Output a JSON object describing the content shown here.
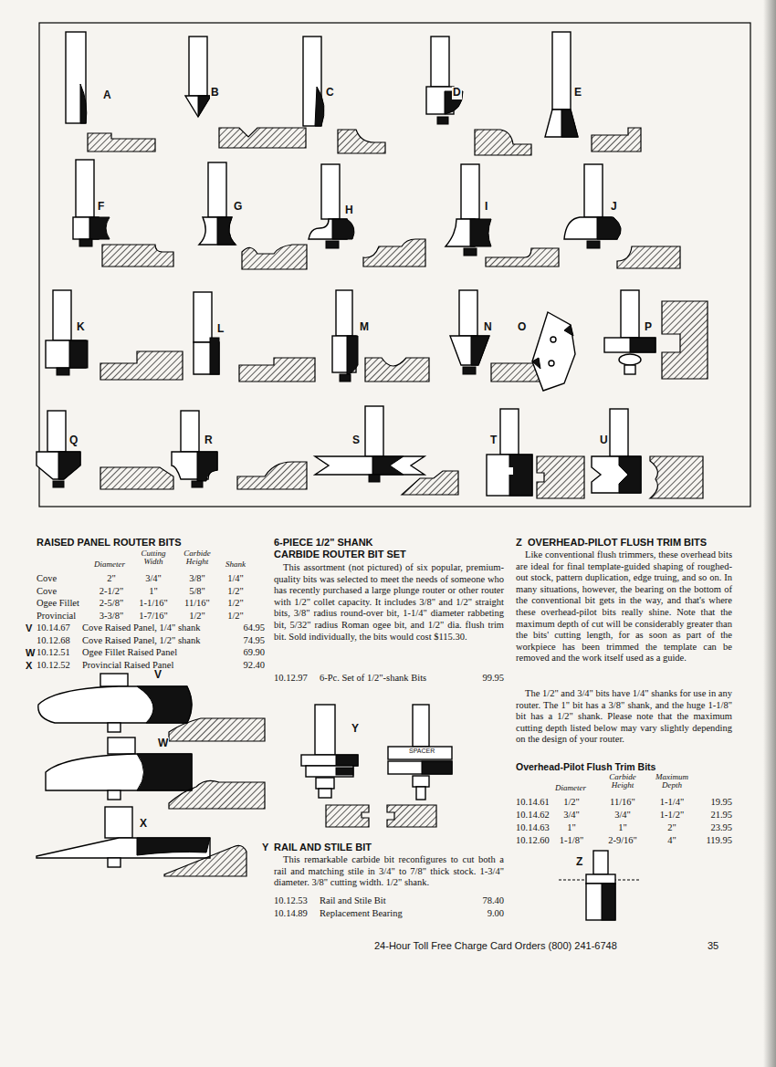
{
  "diagram": {
    "labels": [
      "A",
      "B",
      "C",
      "D",
      "E",
      "F",
      "G",
      "H",
      "I",
      "J",
      "K",
      "L",
      "M",
      "N",
      "O",
      "P",
      "Q",
      "R",
      "S",
      "T",
      "U",
      "RAISED PANEL ROUTER BITS",
      "Cutting Width",
      "Carbide Height",
      "Diameter",
      "Shank",
      "Cove",
      "2\"",
      "3/4\"",
      "3/8\"",
      "1/4\"",
      "Cove",
      "2-1/2\"",
      "1\"",
      "5/8\"",
      "1/2\"",
      "Ogee Fillet",
      "2-5/8\"",
      "1-1/16\"",
      "11/16\"",
      "1/2\"",
      "Provincial",
      "3-3/8\"",
      "1-7/16\"",
      "1/2\"",
      "1/2\"",
      "V",
      "10.14.67",
      "Cove Raised Panel, 1/4\" shank",
      "64.95",
      "10.12.68",
      "Cove Raised Panel, 1/2\" shank",
      "74.95",
      "W",
      "10.12.51",
      "Ogee Fillet Raised Panel",
      "69.90",
      "X",
      "10.12.52",
      "Provincial Raised Panel",
      "92.40",
      "V",
      "W",
      "X",
      "6-PIECE 1/2\" SHANK CARBIDE ROUTER BIT SET",
      "This assortment (not pictured) of six popular, premium-quality bits was selected to meet the needs of someone who has recently purchased a large plunge router or other router with 1/2\" collet capacity. It includes 3/8\" and 1/2\" straight bits, 3/8\" radius round-over bit, 1-1/4\" diameter rabbeting bit, 5/32\" radius Roman ogee bit, and 1/2\" dia. flush trim bit. Sold individually, the bits would cost $115.30.",
      "10.12.97",
      "6-Pc. Set of 1/2\"-shank Bits",
      "99.95",
      "Y",
      "SPACER",
      "Y",
      "RAIL AND STILE BIT",
      "This remarkable carbide bit reconfigures to cut both a rail and matching stile in 3/4\" to 7/8\" thick stock. 1-3/4\" diameter. 3/8\" cutting width. 1/2\" shank.",
      "10.12.53",
      "Rail and Stile Bit",
      "78.40",
      "10.14.89",
      "Replacement Bearing",
      "9.00",
      "Z",
      "OVERHEAD-PILOT FLUSH TRIM BITS",
      "Like conventional flush trimmers, these overhead bits are ideal for final template-guided shaping of roughed-out stock, pattern duplication, edge truing, and so on. In many situations, however, the bearing on the bottom of the conventional bit gets in the way, and that's where these overhead-pilot bits really shine. Note that the maximum depth of cut will be considerably greater than the bits' cutting length, for as soon as part of the workpiece has been trimmed the template can be removed and the work itself used as a guide.",
      "The 1/2\" and 3/4\" bits have 1/4\" shanks for use in any router. The 1\" bit has a 3/8\" shank, and the huge 1-1/8\" bit has a 1/2\" shank. Please note that the maximum cutting depth listed below may vary slightly depending on the design of your router.",
      "Overhead-Pilot Flush Trim Bits",
      "Carbide Height",
      "Maximum Depth",
      "Diameter",
      "10.14.61",
      "1/2\"",
      "11/16\"",
      "1-1/4\"",
      "19.95",
      "10.14.62",
      "3/4\"",
      "3/4\"",
      "1-1/2\"",
      "21.95",
      "10.14.63",
      "1\"",
      "1\"",
      "2\"",
      "23.95",
      "10.12.60",
      "1-1/8\"",
      "2-9/16\"",
      "4\"",
      "119.95",
      "Z",
      "24-Hour Toll Free Charge Card Orders (800) 241-6748",
      "35"
    ]
  }
}
